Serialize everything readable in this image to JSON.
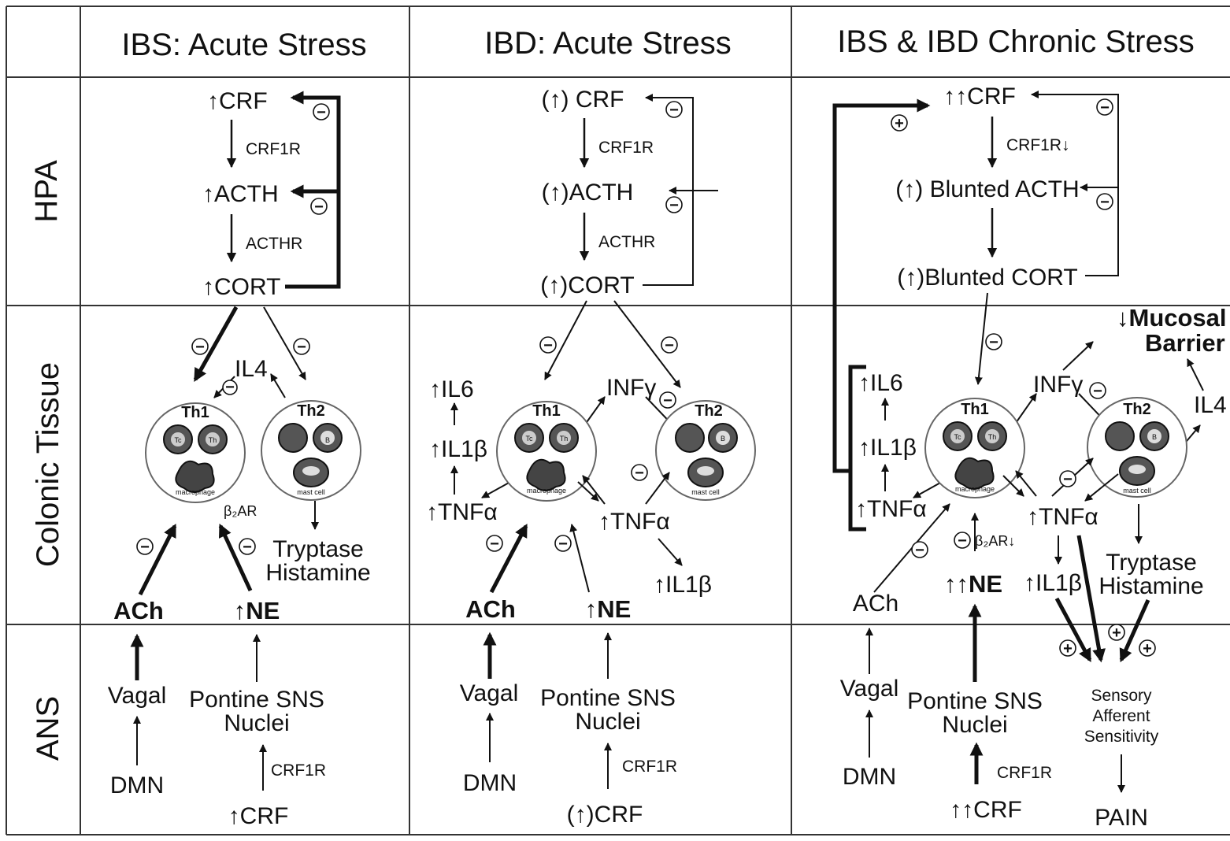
{
  "columns": {
    "ibs_acute": "IBS: Acute Stress",
    "ibd_acute": "IBD: Acute Stress",
    "chronic": "IBS & IBD Chronic Stress"
  },
  "rows": {
    "hpa": "HPA",
    "colonic": "Colonic Tissue",
    "ans": "ANS"
  },
  "ibs": {
    "crf": "↑CRF",
    "crf1r": "CRF1R",
    "acth": "↑ACTH",
    "acthr": "ACTHR",
    "cort": "↑CORT",
    "il4": "IL4",
    "th1": "Th1",
    "th2": "Th2",
    "b2ar": "β₂AR",
    "tryptase": "Tryptase",
    "histamine": "Histamine",
    "ach": "ACh",
    "ne": "↑NE",
    "vagal": "Vagal",
    "dmn": "DMN",
    "pontine": "Pontine SNS",
    "nuclei": "Nuclei",
    "crf1r_ans": "CRF1R",
    "crf_ans": "↑CRF"
  },
  "ibd": {
    "crf": "(↑) CRF",
    "crf1r": "CRF1R",
    "acth": "(↑)ACTH",
    "acthr": "ACTHR",
    "cort": "(↑)CORT",
    "il6": "↑IL6",
    "il1b_left": "↑IL1β",
    "tnfa_left": "↑TNFα",
    "infg": "INFγ",
    "th1": "Th1",
    "th2": "Th2",
    "tnfa_mid": "↑TNFα",
    "il1b_mid": "↑IL1β",
    "ach": "ACh",
    "ne": "↑NE",
    "vagal": "Vagal",
    "dmn": "DMN",
    "pontine": "Pontine SNS",
    "nuclei": "Nuclei",
    "crf1r_ans": "CRF1R",
    "crf_ans": "(↑)CRF"
  },
  "chronic": {
    "crf": "↑↑CRF",
    "crf1r": "CRF1R↓",
    "acth": "(↑) Blunted ACTH",
    "cort": "(↑)Blunted CORT",
    "mucosal": "↓Mucosal",
    "barrier": "Barrier",
    "il6": "↑IL6",
    "il1b_left": "↑IL1β",
    "tnfa_left": "↑TNFα",
    "infg": "INFγ",
    "il4": "IL4",
    "th1": "Th1",
    "th2": "Th2",
    "tnfa_mid": "↑TNFα",
    "b2ar": "β₂AR↓",
    "il1b_mid": "↑IL1β",
    "tryptase": "Tryptase",
    "histamine": "Histamine",
    "ach": "ACh",
    "ne": "↑↑NE",
    "vagal": "Vagal",
    "dmn": "DMN",
    "pontine": "Pontine SNS",
    "nuclei": "Nuclei",
    "crf1r_ans": "CRF1R",
    "crf_ans": "↑↑CRF",
    "sensory": "Sensory",
    "afferent": "Afferent",
    "sensitivity": "Sensitivity",
    "pain": "PAIN"
  },
  "signs": {
    "minus": "−",
    "plus": "+"
  },
  "cell_labels": {
    "tc": "Tc",
    "th": "Th",
    "b": "B",
    "macrophage": "macrophage",
    "mast": "mast cell"
  }
}
